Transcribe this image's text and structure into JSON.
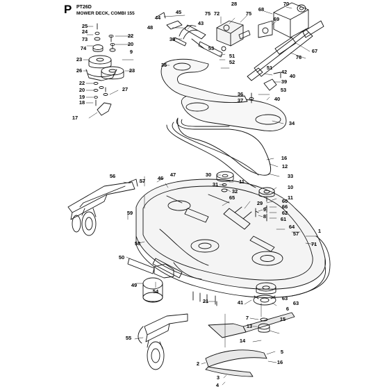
{
  "header": {
    "letter": "P",
    "model": "PT26D",
    "description": "MOWER DECK, COMBI 155"
  },
  "callouts": [
    {
      "id": "c25",
      "text": "25"
    },
    {
      "id": "c24",
      "text": "24"
    },
    {
      "id": "c73",
      "text": "73"
    },
    {
      "id": "c74",
      "text": "74"
    },
    {
      "id": "c22a",
      "text": "22"
    },
    {
      "id": "c20a",
      "text": "20"
    },
    {
      "id": "c9a",
      "text": "9"
    },
    {
      "id": "c23a",
      "text": "23"
    },
    {
      "id": "c26",
      "text": "26"
    },
    {
      "id": "c23b",
      "text": "23"
    },
    {
      "id": "c22b",
      "text": "22"
    },
    {
      "id": "c20b",
      "text": "20"
    },
    {
      "id": "c19",
      "text": "19"
    },
    {
      "id": "c18",
      "text": "18"
    },
    {
      "id": "c27",
      "text": "27"
    },
    {
      "id": "c17",
      "text": "17"
    },
    {
      "id": "c44",
      "text": "44"
    },
    {
      "id": "c45",
      "text": "45"
    },
    {
      "id": "c48",
      "text": "48"
    },
    {
      "id": "c43",
      "text": "43"
    },
    {
      "id": "c38",
      "text": "38"
    },
    {
      "id": "c35",
      "text": "35"
    },
    {
      "id": "c28",
      "text": "28"
    },
    {
      "id": "c75a",
      "text": "75"
    },
    {
      "id": "c72",
      "text": "72"
    },
    {
      "id": "c75b",
      "text": "75"
    },
    {
      "id": "c53a",
      "text": "53"
    },
    {
      "id": "c51a",
      "text": "51"
    },
    {
      "id": "c52",
      "text": "52"
    },
    {
      "id": "c68",
      "text": "68"
    },
    {
      "id": "c70",
      "text": "70"
    },
    {
      "id": "c69",
      "text": "69"
    },
    {
      "id": "c67",
      "text": "67"
    },
    {
      "id": "c76",
      "text": "76"
    },
    {
      "id": "c51b",
      "text": "51"
    },
    {
      "id": "c42",
      "text": "42"
    },
    {
      "id": "c40a",
      "text": "40"
    },
    {
      "id": "c39",
      "text": "39"
    },
    {
      "id": "c53b",
      "text": "53"
    },
    {
      "id": "c40b",
      "text": "40"
    },
    {
      "id": "c36",
      "text": "36"
    },
    {
      "id": "c37",
      "text": "37"
    },
    {
      "id": "c34",
      "text": "34"
    },
    {
      "id": "c16",
      "text": "16"
    },
    {
      "id": "c12",
      "text": "12"
    },
    {
      "id": "c33",
      "text": "33"
    },
    {
      "id": "c30",
      "text": "30"
    },
    {
      "id": "c11a",
      "text": "11"
    },
    {
      "id": "c31",
      "text": "31"
    },
    {
      "id": "c32",
      "text": "32"
    },
    {
      "id": "c10",
      "text": "10"
    },
    {
      "id": "c11b",
      "text": "11"
    },
    {
      "id": "c60",
      "text": "60"
    },
    {
      "id": "c66",
      "text": "66"
    },
    {
      "id": "c62",
      "text": "62"
    },
    {
      "id": "c61",
      "text": "61"
    },
    {
      "id": "c29",
      "text": "29"
    },
    {
      "id": "c9b",
      "text": "9"
    },
    {
      "id": "c8",
      "text": "8"
    },
    {
      "id": "c56",
      "text": "56"
    },
    {
      "id": "c57a",
      "text": "57"
    },
    {
      "id": "c46",
      "text": "46"
    },
    {
      "id": "c47",
      "text": "47"
    },
    {
      "id": "c65",
      "text": "65"
    },
    {
      "id": "c59",
      "text": "59"
    },
    {
      "id": "c64",
      "text": "64"
    },
    {
      "id": "c57b",
      "text": "57"
    },
    {
      "id": "c1",
      "text": "1"
    },
    {
      "id": "c71",
      "text": "71"
    },
    {
      "id": "c58",
      "text": "58"
    },
    {
      "id": "c50",
      "text": "50"
    },
    {
      "id": "c49",
      "text": "49"
    },
    {
      "id": "c54",
      "text": "54"
    },
    {
      "id": "c21",
      "text": "21"
    },
    {
      "id": "c41",
      "text": "41"
    },
    {
      "id": "c63a",
      "text": "63"
    },
    {
      "id": "c63b",
      "text": "63"
    },
    {
      "id": "c6",
      "text": "6"
    },
    {
      "id": "c7",
      "text": "7"
    },
    {
      "id": "c13",
      "text": "13"
    },
    {
      "id": "c15",
      "text": "15"
    },
    {
      "id": "c14",
      "text": "14"
    },
    {
      "id": "c5",
      "text": "5"
    },
    {
      "id": "c16b",
      "text": "16"
    },
    {
      "id": "c55",
      "text": "55"
    },
    {
      "id": "c2",
      "text": "2"
    },
    {
      "id": "c3",
      "text": "3"
    },
    {
      "id": "c4",
      "text": "4"
    }
  ]
}
